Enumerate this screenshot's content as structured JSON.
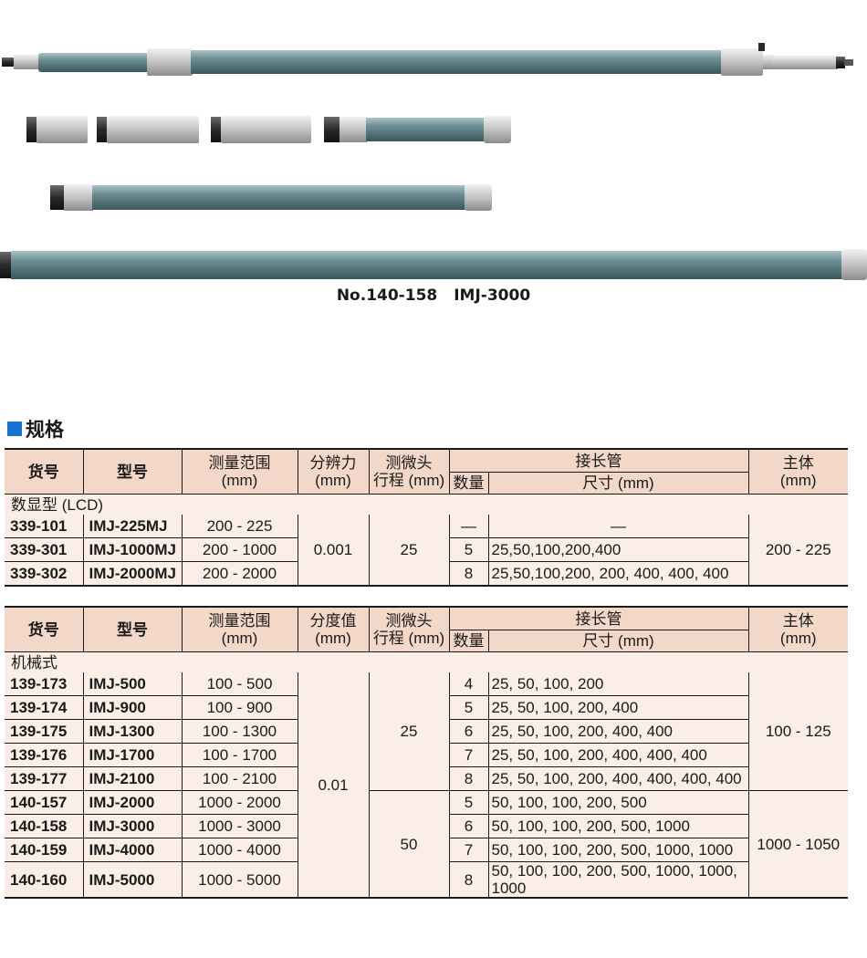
{
  "product_caption": {
    "part_number": "No.140-158",
    "model": "IMJ-3000"
  },
  "section": {
    "title": "规格",
    "icon": "blue-square-icon",
    "icon_color": "#1473d2"
  },
  "headers": {
    "code": "货号",
    "model": "型号",
    "range": "测量范围",
    "range_unit": "(mm)",
    "resolution": "分辨力",
    "graduation": "分度值",
    "res_unit": "(mm)",
    "head_a": "测微头",
    "head_b": "行程 (mm)",
    "rods": "接长管",
    "qty": "数量",
    "size": "尺寸 (mm)",
    "body": "主体",
    "body_unit": "(mm)"
  },
  "lcd_table": {
    "group": "数显型 (LCD)",
    "resolution": "0.001",
    "stroke": "25",
    "body": "200 - 225",
    "rows": [
      {
        "code": "339-101",
        "model": "IMJ-225MJ",
        "range": "200 - 225",
        "qty": "—",
        "size": "—"
      },
      {
        "code": "339-301",
        "model": "IMJ-1000MJ",
        "range": "200 - 1000",
        "qty": "5",
        "size": "25,50,100,200,400"
      },
      {
        "code": "339-302",
        "model": "IMJ-2000MJ",
        "range": "200 - 2000",
        "qty": "8",
        "size": "25,50,100,200, 200, 400, 400, 400"
      }
    ]
  },
  "mech_table": {
    "group": "机械式",
    "graduation": "0.01",
    "stroke_a": "25",
    "stroke_b": "50",
    "body_a": "100 - 125",
    "body_b": "1000 - 1050",
    "rows": [
      {
        "code": "139-173",
        "model": "IMJ-500",
        "range": "100 - 500",
        "qty": "4",
        "size": "25, 50, 100, 200"
      },
      {
        "code": "139-174",
        "model": "IMJ-900",
        "range": "100 - 900",
        "qty": "5",
        "size": "25, 50, 100, 200, 400"
      },
      {
        "code": "139-175",
        "model": "IMJ-1300",
        "range": "100 - 1300",
        "qty": "6",
        "size": "25, 50, 100, 200, 400, 400"
      },
      {
        "code": "139-176",
        "model": "IMJ-1700",
        "range": "100 - 1700",
        "qty": "7",
        "size": "25, 50, 100, 200, 400, 400, 400"
      },
      {
        "code": "139-177",
        "model": "IMJ-2100",
        "range": "100 - 2100",
        "qty": "8",
        "size": "25, 50, 100, 200, 400, 400, 400, 400"
      },
      {
        "code": "140-157",
        "model": "IMJ-2000",
        "range": "1000 - 2000",
        "qty": "5",
        "size": "50, 100, 100, 200, 500"
      },
      {
        "code": "140-158",
        "model": "IMJ-3000",
        "range": "1000 - 3000",
        "qty": "6",
        "size": "50, 100, 100, 200, 500, 1000"
      },
      {
        "code": "140-159",
        "model": "IMJ-4000",
        "range": "1000 - 4000",
        "qty": "7",
        "size": "50, 100, 100, 200, 500, 1000, 1000"
      },
      {
        "code": "140-160",
        "model": "IMJ-5000",
        "range": "1000 - 5000",
        "qty": "8",
        "size": "50, 100, 100, 200, 500, 1000, 1000, 1000"
      }
    ]
  }
}
